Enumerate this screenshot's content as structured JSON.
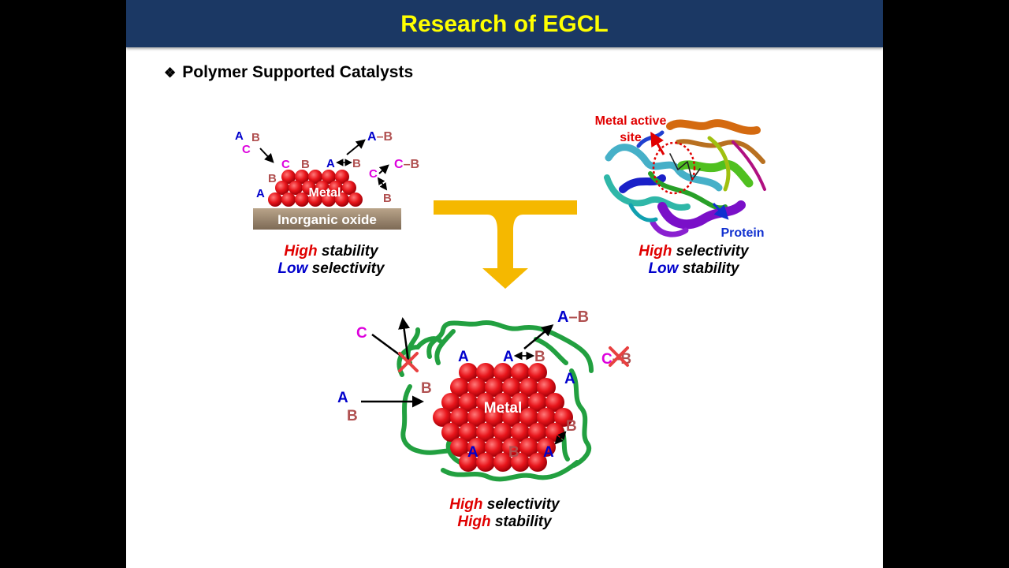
{
  "title": "Research of EGCL",
  "bullet": {
    "icon": "diamond-bullet-icon",
    "text": "Polymer Supported Catalysts"
  },
  "colors": {
    "title_bg": "#1b3864",
    "title_text": "#ffff00",
    "metal": "#e8151b",
    "species_a": "#0000cc",
    "species_b": "#b05050",
    "species_c": "#dd00dd",
    "polymer": "#22a040",
    "arrow": "#f5b800"
  },
  "left_panel": {
    "metal_label": "Metal",
    "support_label": "Inorganic oxide",
    "species": {
      "a": "A",
      "b": "B",
      "c": "C",
      "ab": "A–B",
      "cb": "C–B"
    },
    "caption": {
      "line1_em": "High",
      "line1_rest": " stability",
      "line2_em": "Low",
      "line2_rest": " selectivity"
    }
  },
  "right_panel": {
    "active_site_label_1": "Metal active",
    "active_site_label_2": "site",
    "protein_label": "Protein",
    "caption": {
      "line1_em": "High",
      "line1_rest": " selectivity",
      "line2_em": "Low",
      "line2_rest": " stability"
    }
  },
  "bottom_panel": {
    "metal_label": "Metal",
    "species": {
      "a": "A",
      "b": "B",
      "c": "C",
      "ab_a": "A",
      "ab_dash": "–",
      "ab_b": "B",
      "cb_c": "C",
      "cb_dash": "–",
      "cb_b": "B"
    },
    "caption": {
      "line1_em": "High",
      "line1_rest": " selectivity",
      "line2_em": "High",
      "line2_rest": " stability"
    }
  }
}
